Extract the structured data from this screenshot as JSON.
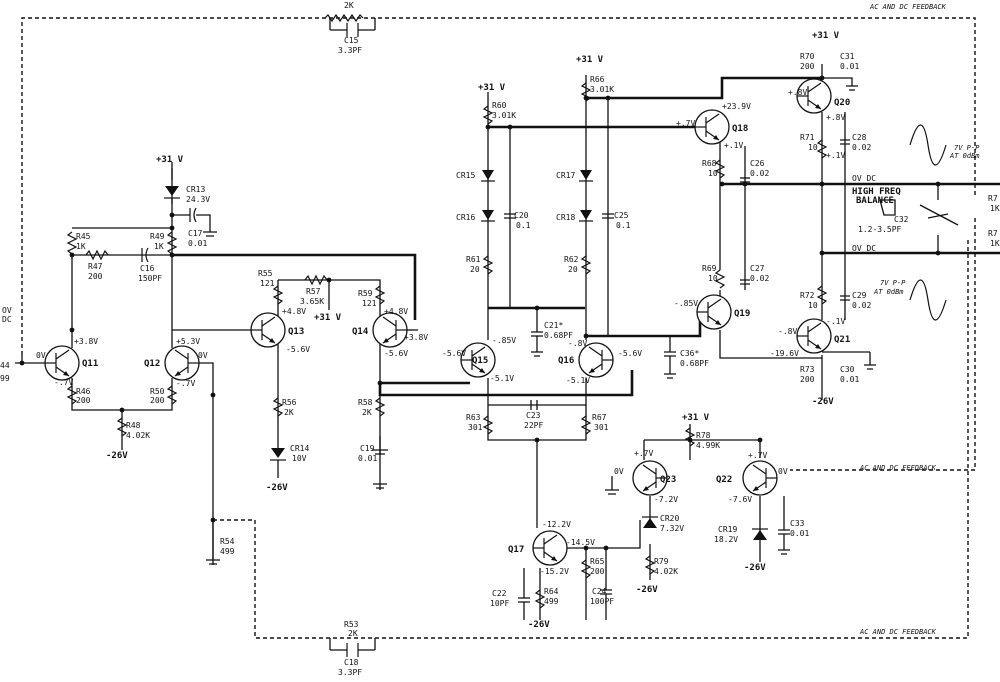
{
  "feedback_label": "AC AND DC FEEDBACK",
  "left_edge": {
    "ov_dc": "OV",
    "ov_dc2": "DC",
    "r44": "44",
    "r99": "99"
  },
  "transistors": {
    "q11": "Q11",
    "q12": "Q12",
    "q13": "Q13",
    "q14": "Q14",
    "q15": "Q15",
    "q16": "Q16",
    "q17": "Q17",
    "q18": "Q18",
    "q19": "Q19",
    "q20": "Q20",
    "q21": "Q21",
    "q22": "Q22",
    "q23": "Q23"
  },
  "resistors": {
    "r45": "R45",
    "r45v": "1K",
    "r47": "R47",
    "r47v": "200",
    "r49": "R49",
    "r49v": "1K",
    "r46": "R46",
    "r46v": "200",
    "r50": "R50",
    "r50v": "200",
    "r48": "R48",
    "r48v": "4.02K",
    "r55": "R55",
    "r55v": "121",
    "r57": "R57",
    "r57v": "3.65K",
    "r59": "R59",
    "r59v": "121",
    "r56": "R56",
    "r56v": "2K",
    "r58": "R58",
    "r58v": "2K",
    "r54": "R54",
    "r54v": "499",
    "r60": "R60",
    "r60v": "3.01K",
    "r61": "R61",
    "r61v": "20",
    "r63": "R63",
    "r63v": "301",
    "r66": "R66",
    "r66v": "3.01K",
    "r62": "R62",
    "r62v": "20",
    "r67": "R67",
    "r67v": "301",
    "r68": "R68",
    "r68v": "10",
    "r69": "R69",
    "r69v": "10",
    "r70": "R70",
    "r70v": "200",
    "r71": "R71",
    "r71v": "10",
    "r72": "R72",
    "r72v": "10",
    "r73": "R73",
    "r73v": "200",
    "r64": "R64",
    "r64v": "499",
    "r65": "R65",
    "r65v": "200",
    "r78": "R78",
    "r78v": "4.99K",
    "r79": "R79",
    "r79v": "4.02K",
    "r53": "R53",
    "r53v": "2K",
    "rtop": "2K",
    "r7a": "R7",
    "r7av": "1K",
    "r7b": "R7",
    "r7bv": "1K"
  },
  "capacitors": {
    "c15": "C15",
    "c15v": "3.3PF",
    "c17": "C17",
    "c17v": "0.01",
    "c16": "C16",
    "c16v": "150PF",
    "c19": "C19",
    "c19v": "0.01",
    "c20": "C20",
    "c20v": "0.1",
    "c21": "C21*",
    "c21v": "0.68PF",
    "c25": "C25",
    "c25v": "0.1",
    "c23": "C23",
    "c23v": "22PF",
    "c26": "C26",
    "c26v": "0.02",
    "c27": "C27",
    "c27v": "0.02",
    "c28": "C28",
    "c28v": "0.02",
    "c29": "C29",
    "c29v": "0.02",
    "c30": "C30",
    "c30v": "0.01",
    "c31": "C31",
    "c31v": "0.01",
    "c32": "C32",
    "c32v": "1.2-3.5PF",
    "c33": "C33",
    "c33v": "0.01",
    "c36": "C36*",
    "c36v": "0.68PF",
    "c22": "C22",
    "c22v": "10PF",
    "c24": "C24",
    "c24v": "100PF",
    "c18": "C18",
    "c18v": "3.3PF"
  },
  "diodes": {
    "cr13": "CR13",
    "cr13v": "24.3V",
    "cr14": "CR14",
    "cr14v": "10V",
    "cr15": "CR15",
    "cr16": "CR16",
    "cr17": "CR17",
    "cr18": "CR18",
    "cr19": "CR19",
    "cr19v": "18.2V",
    "cr20": "CR20",
    "cr20v": "7.32V"
  },
  "supplies": {
    "p31": "+31 V",
    "m26": "-26V"
  },
  "voltages": {
    "q11b": "0V",
    "q11c": "+3.8V",
    "q11e": "-.7V",
    "q12c": "+5.3V",
    "q12b": "0V",
    "q12e": "-.7V",
    "q13e": "+4.8V",
    "q13c": "-5.6V",
    "q14e": "+4.8V",
    "q14b": "+3.8V",
    "q14c": "-5.6V",
    "q15b": "-5.6V",
    "q15c": "-.85V",
    "q15e": "-5.1V",
    "q16c": "-.8V",
    "q16b": "-5.6V",
    "q16e": "-5.1V",
    "q18b": "+.7V",
    "q18c": "+23.9V",
    "q18e": "+.1V",
    "q20b": "+.8V",
    "q20e": "+.8V",
    "q19b": "-.85V",
    "q21b": "-.8V",
    "q21e": "-.1V",
    "q21c": "-19.6V",
    "r71e": "+.1V",
    "q23b": "0V",
    "q23c": "+.7V",
    "q23e": "-7.2V",
    "q22c": "+.7V",
    "q22b": "0V",
    "q22e": "-7.6V",
    "q17c": "-12.2V",
    "q17e": "-14.5V",
    "q17e2": "-15.2V"
  },
  "output": {
    "pp1": "7V P-P",
    "pp1b": "AT 0dBm",
    "pp2": "7V P-P",
    "pp2b": "AT 0dBm",
    "ovdc": "OV DC",
    "ovdc2": "OV DC",
    "hfb1": "HIGH FREQ",
    "hfb2": "BALANCE"
  }
}
